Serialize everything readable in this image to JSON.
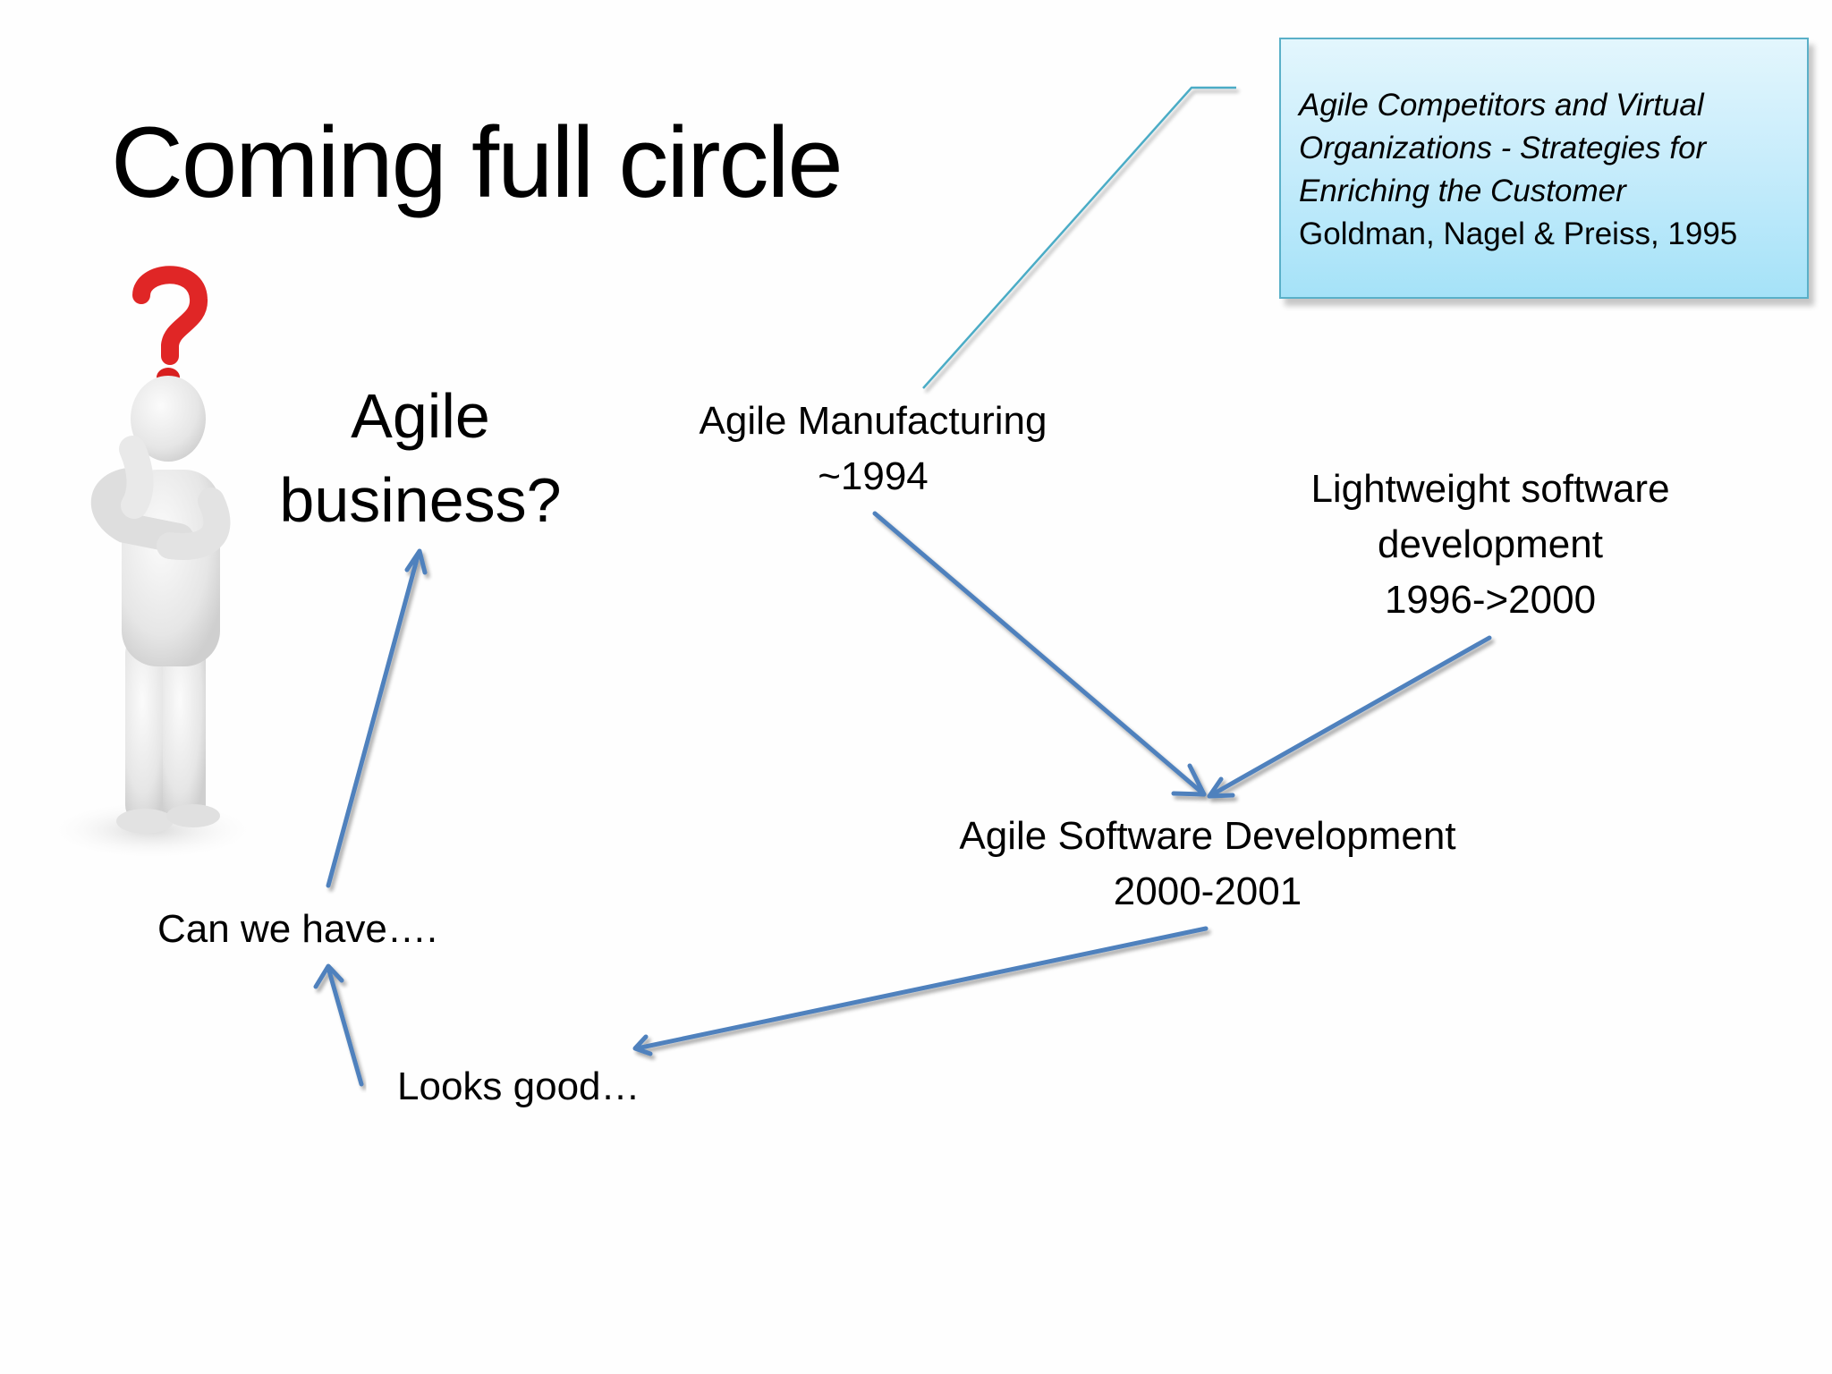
{
  "slide": {
    "title": "Coming full circle"
  },
  "callout": {
    "book_title_lines": [
      "Agile Competitors and Virtual",
      "Organizations - Strategies for",
      "Enriching the Customer"
    ],
    "citation": "Goldman, Nagel & Preiss, 1995",
    "fill_color": "#b8e8fa",
    "border_color": "#5ab0c8"
  },
  "nodes": {
    "agile_business": {
      "lines": [
        "Agile",
        "business?"
      ]
    },
    "agile_manufacturing": {
      "lines": [
        "Agile Manufacturing",
        "~1994"
      ]
    },
    "lightweight": {
      "lines": [
        "Lightweight software",
        "development",
        "1996->2000"
      ]
    },
    "agile_software": {
      "lines": [
        "Agile Software Development",
        "2000-2001"
      ]
    },
    "can_we_have": {
      "lines": [
        "Can we have…."
      ]
    },
    "looks_good": {
      "lines": [
        "Looks good…"
      ]
    }
  },
  "arrows": [
    {
      "from": "Agile Manufacturing ~1994",
      "to": "Agile Software Development 2000-2001"
    },
    {
      "from": "Lightweight software development 1996->2000",
      "to": "Agile Software Development 2000-2001"
    },
    {
      "from": "Agile Software Development 2000-2001",
      "to": "Looks good…"
    },
    {
      "from": "Looks good…",
      "to": "Can we have…."
    },
    {
      "from": "Can we have….",
      "to": "Agile business?"
    }
  ],
  "colors": {
    "arrow": "#4f81bd",
    "callout_line": "#4bacc6",
    "question_mark": "#e02626",
    "figure": "#e6e6e6"
  },
  "illustration": {
    "icon": "thinking-person-with-question-mark-icon"
  }
}
